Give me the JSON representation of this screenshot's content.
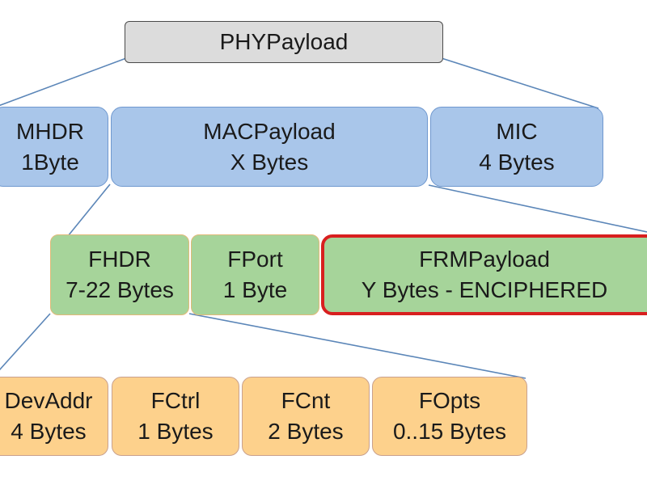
{
  "diagram": {
    "level0": {
      "phy": {
        "name": "PHYPayload"
      }
    },
    "level1": {
      "mhdr": {
        "name": "MHDR",
        "size": "1Byte"
      },
      "mac": {
        "name": "MACPayload",
        "size": "X Bytes"
      },
      "mic": {
        "name": "MIC",
        "size": "4 Bytes"
      }
    },
    "level2": {
      "fhdr": {
        "name": "FHDR",
        "size": "7-22 Bytes"
      },
      "fport": {
        "name": "FPort",
        "size": "1 Byte"
      },
      "frm": {
        "name": "FRMPayload",
        "size": "Y Bytes - ENCIPHERED"
      }
    },
    "level3": {
      "devaddr": {
        "name": "DevAddr",
        "size": "4 Bytes"
      },
      "fctrl": {
        "name": "FCtrl",
        "size": "1 Bytes"
      },
      "fcnt": {
        "name": "FCnt",
        "size": "2 Bytes"
      },
      "fopts": {
        "name": "FOpts",
        "size": "0..15 Bytes"
      }
    },
    "colors": {
      "level0_fill": "#dcdcdc",
      "level1_fill": "#a9c6ea",
      "level2_fill": "#a6d49a",
      "level3_fill": "#fdd18c",
      "highlight_border": "#d81f1f",
      "connector": "#5b86b8"
    }
  }
}
